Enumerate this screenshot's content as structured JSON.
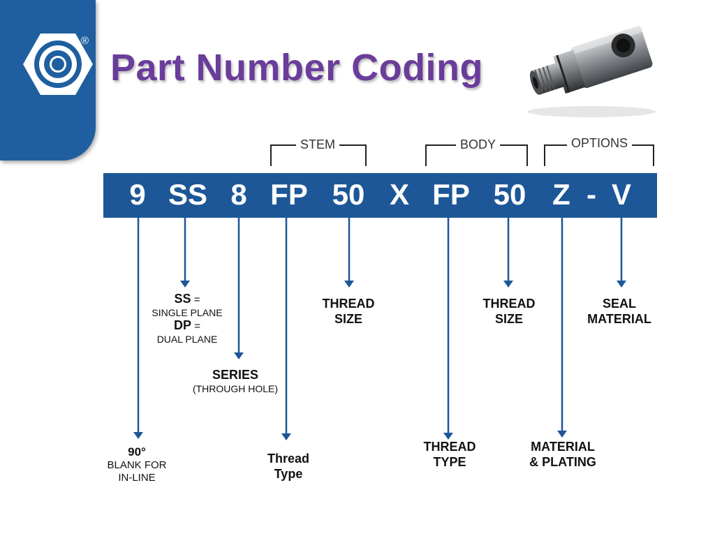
{
  "logo": {
    "registered_mark": "®",
    "icon": "hex-nut-logo-icon",
    "panel_color": "#1f5fa0"
  },
  "title": "Part Number Coding",
  "photo": {
    "icon": "swivel-fitting-photo"
  },
  "groups": {
    "stem": "STEM",
    "body": "BODY",
    "options": "OPTIONS"
  },
  "code_bar": {
    "color": "#1d5797",
    "segments": [
      "9",
      "SS",
      "8",
      "FP",
      "50",
      "X",
      "FP",
      "50",
      "Z",
      "-",
      "V"
    ]
  },
  "labels": {
    "ss_code": "SS",
    "ss_eq": " =",
    "ss_desc": "SINGLE PLANE",
    "dp_code": "DP",
    "dp_eq": " =",
    "dp_desc": "DUAL PLANE",
    "series": "SERIES",
    "series_sub": "(THROUGH HOLE)",
    "degree": "90°",
    "degree_sub1": "BLANK FOR",
    "degree_sub2": "IN-LINE",
    "thread_type_stem1": "Thread",
    "thread_type_stem2": "Type",
    "thread_size_stem1": "THREAD",
    "thread_size_stem2": "SIZE",
    "thread_type_body1": "THREAD",
    "thread_type_body2": "TYPE",
    "thread_size_body1": "THREAD",
    "thread_size_body2": "SIZE",
    "material1": "MATERIAL",
    "material2": "& PLATING",
    "seal1": "SEAL",
    "seal2": "MATERIAL"
  }
}
